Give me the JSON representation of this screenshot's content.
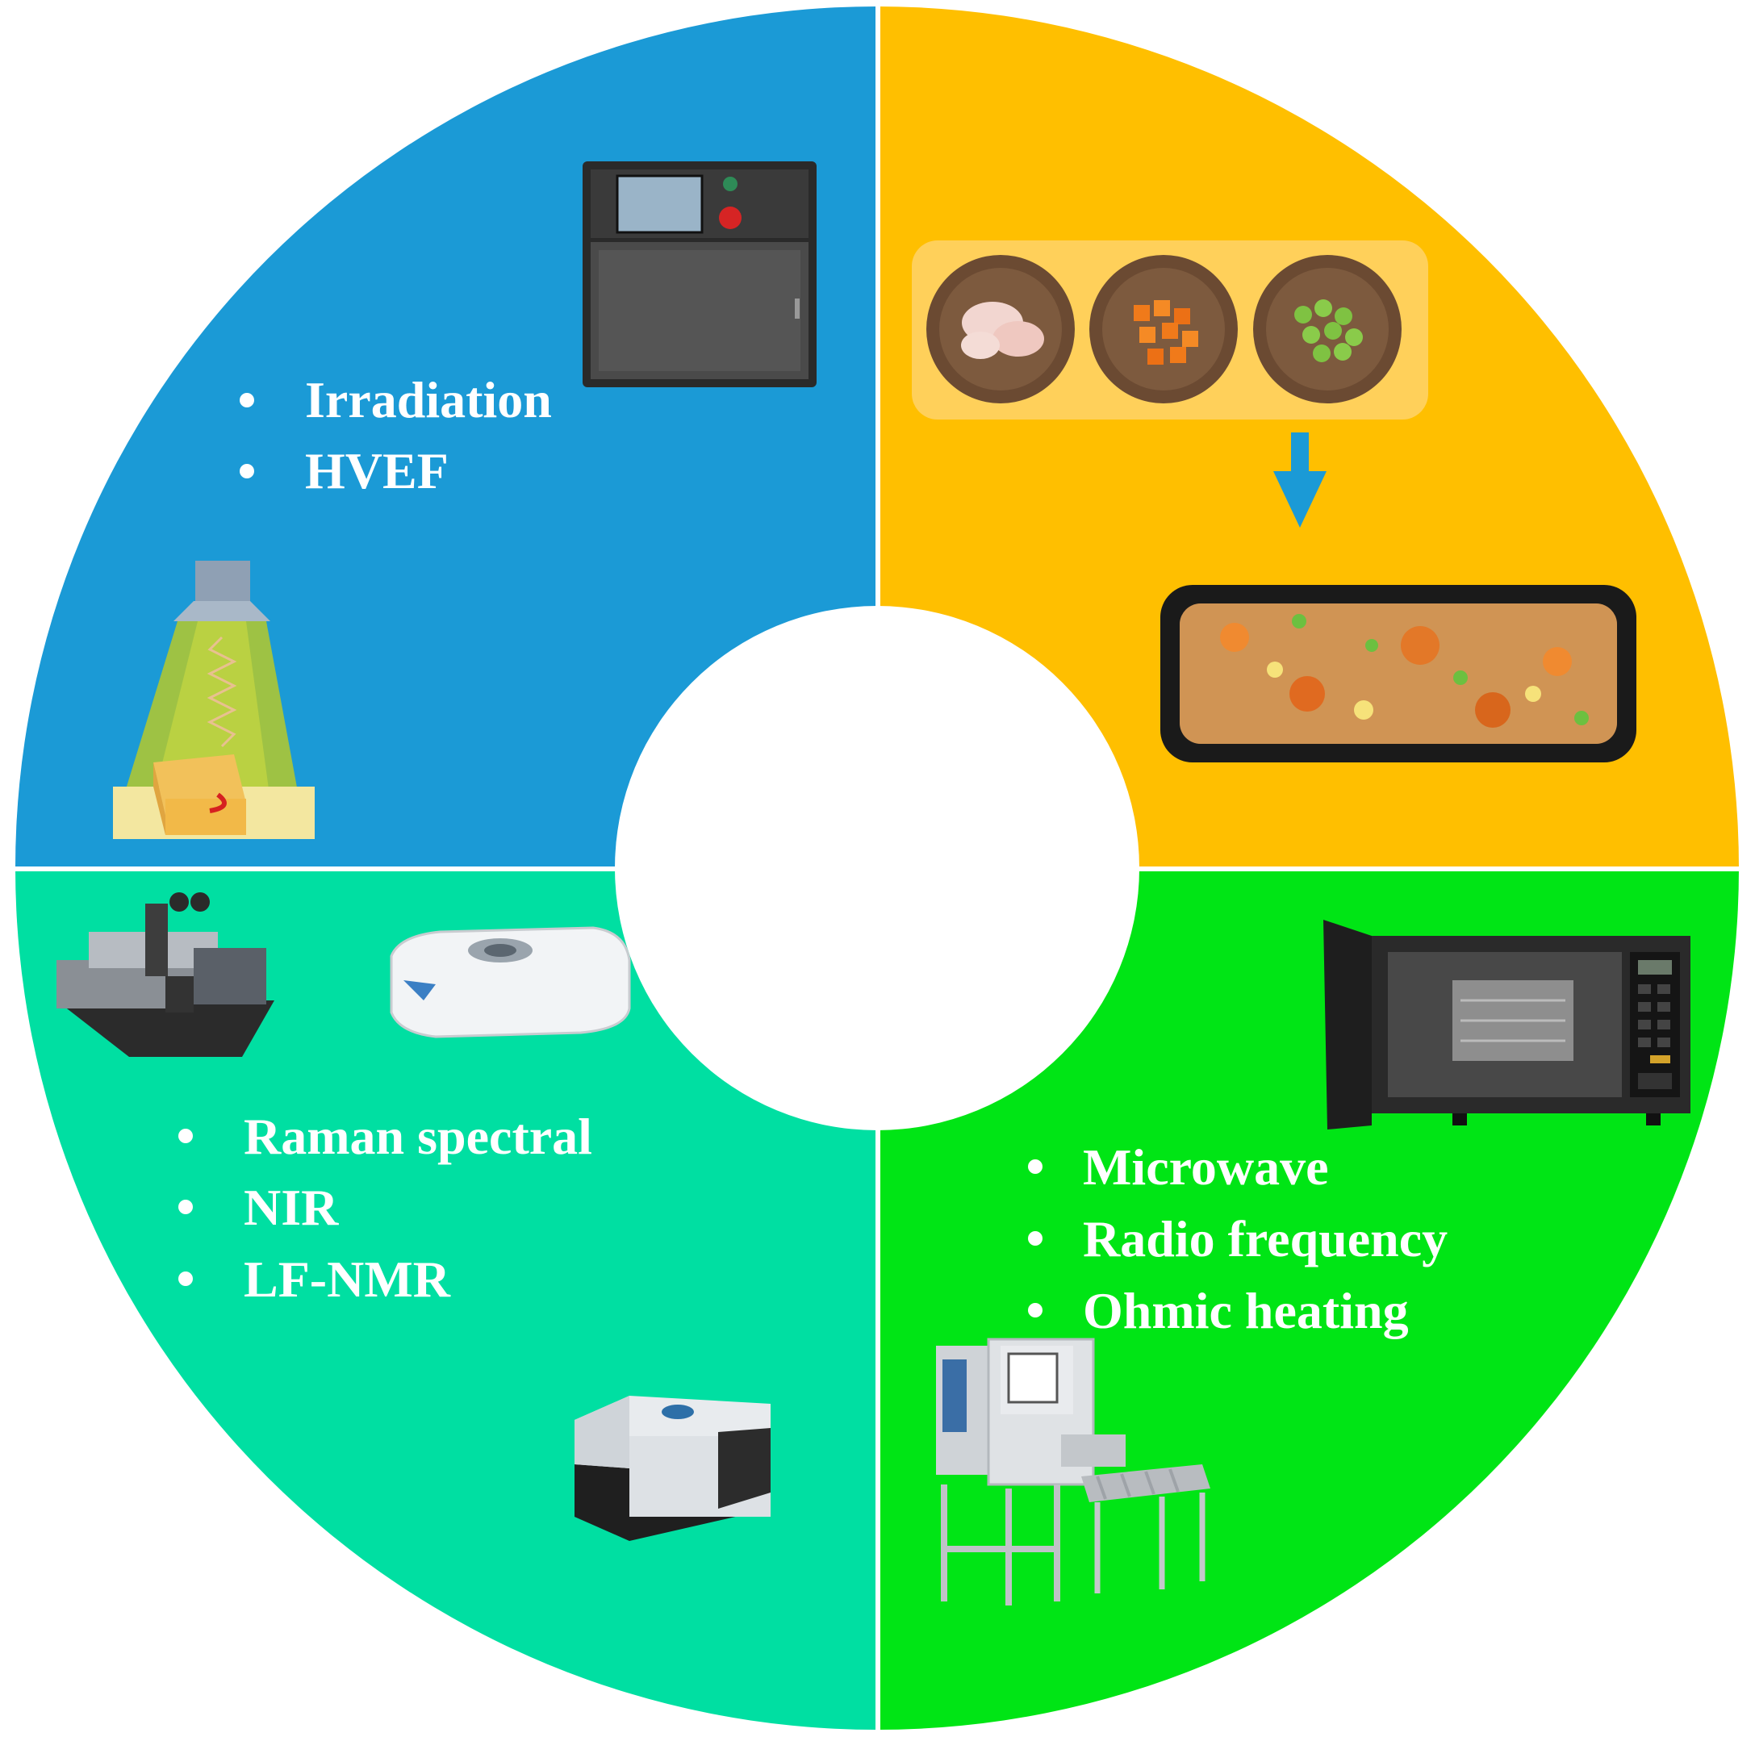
{
  "colors": {
    "top_left": "#1B9AD6",
    "top_right": "#FFBF00",
    "bottom_left": "#00DFA2",
    "bottom_right": "#00E515",
    "center": "#FFFFFF",
    "text": "#FFFFFF",
    "arrow": "#1B9AD6"
  },
  "quadrants": {
    "top_left": {
      "items": [
        "Irradiation",
        "HVEF"
      ],
      "illustrations": [
        "irradiation-cabinet-icon",
        "irradiation-lamp-icon"
      ]
    },
    "top_right": {
      "items": [],
      "illustrations": [
        "ingredient-bowls-icon",
        "down-arrow-icon",
        "prepared-meal-tray-icon"
      ]
    },
    "bottom_left": {
      "items": [
        "Raman spectral",
        "NIR",
        "LF-NMR"
      ],
      "illustrations": [
        "raman-microscope-icon",
        "nir-analyzer-icon",
        "lf-nmr-analyzer-icon"
      ]
    },
    "bottom_right": {
      "items": [
        "Microwave",
        "Radio frequency",
        "Ohmic heating"
      ],
      "illustrations": [
        "microwave-oven-icon",
        "conveyor-machine-icon"
      ]
    }
  }
}
